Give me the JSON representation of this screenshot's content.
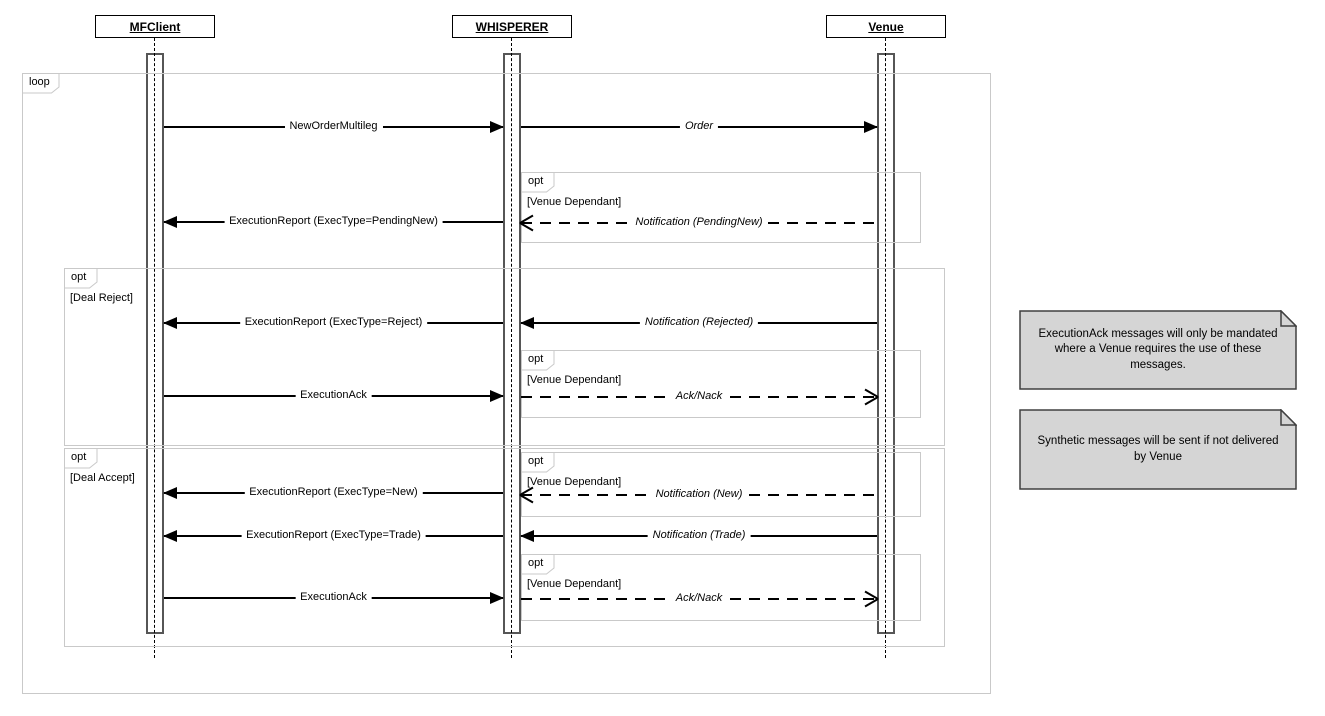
{
  "diagram_type": "uml-sequence-diagram",
  "participants": [
    {
      "name": "MFClient"
    },
    {
      "name": "WHISPERER"
    },
    {
      "name": "Venue"
    }
  ],
  "frames": {
    "loop": {
      "label": "loop",
      "guard": ""
    },
    "opt_venue_dependant_1": {
      "label": "opt",
      "guard": "[Venue Dependant]"
    },
    "opt_deal_reject": {
      "label": "opt",
      "guard": "[Deal Reject]"
    },
    "opt_venue_dependant_2": {
      "label": "opt",
      "guard": "[Venue Dependant]"
    },
    "opt_deal_accept": {
      "label": "opt",
      "guard": "[Deal Accept]"
    },
    "opt_venue_dependant_3": {
      "label": "opt",
      "guard": "[Venue Dependant]"
    },
    "opt_venue_dependant_4": {
      "label": "opt",
      "guard": "[Venue Dependant]"
    }
  },
  "messages": [
    {
      "label": "NewOrderMultileg",
      "from": "MFClient",
      "to": "WHISPERER",
      "line": "solid",
      "arrow": "filled"
    },
    {
      "label": "Order",
      "from": "WHISPERER",
      "to": "Venue",
      "line": "solid",
      "arrow": "filled"
    },
    {
      "label": "ExecutionReport (ExecType=PendingNew)",
      "from": "WHISPERER",
      "to": "MFClient",
      "line": "solid",
      "arrow": "filled"
    },
    {
      "label": "Notification (PendingNew)",
      "from": "Venue",
      "to": "WHISPERER",
      "line": "dashed",
      "arrow": "open"
    },
    {
      "label": "ExecutionReport (ExecType=Reject)",
      "from": "WHISPERER",
      "to": "MFClient",
      "line": "solid",
      "arrow": "filled"
    },
    {
      "label": "Notification (Rejected)",
      "from": "Venue",
      "to": "WHISPERER",
      "line": "solid",
      "arrow": "filled"
    },
    {
      "label": "ExecutionAck",
      "from": "MFClient",
      "to": "WHISPERER",
      "line": "solid",
      "arrow": "filled"
    },
    {
      "label": "Ack/Nack",
      "from": "WHISPERER",
      "to": "Venue",
      "line": "dashed",
      "arrow": "open"
    },
    {
      "label": "ExecutionReport (ExecType=New)",
      "from": "WHISPERER",
      "to": "MFClient",
      "line": "solid",
      "arrow": "filled"
    },
    {
      "label": "Notification (New)",
      "from": "Venue",
      "to": "WHISPERER",
      "line": "dashed",
      "arrow": "open"
    },
    {
      "label": "ExecutionReport (ExecType=Trade)",
      "from": "WHISPERER",
      "to": "MFClient",
      "line": "solid",
      "arrow": "filled"
    },
    {
      "label": "Notification (Trade)",
      "from": "Venue",
      "to": "WHISPERER",
      "line": "solid",
      "arrow": "filled"
    },
    {
      "label": "ExecutionAck",
      "from": "MFClient",
      "to": "WHISPERER",
      "line": "solid",
      "arrow": "filled"
    },
    {
      "label": "Ack/Nack",
      "from": "WHISPERER",
      "to": "Venue",
      "line": "dashed",
      "arrow": "open"
    }
  ],
  "notes": [
    {
      "text": "ExecutionAck messages will only be mandated where a Venue requires the use of these messages."
    },
    {
      "text": "Synthetic messages will be sent if not delivered by Venue"
    }
  ],
  "colors": {
    "frame_border": "#c9c9c9",
    "note_fill": "#d5d5d5",
    "note_border": "#404040",
    "line": "#000000",
    "activation_border": "#565656"
  }
}
